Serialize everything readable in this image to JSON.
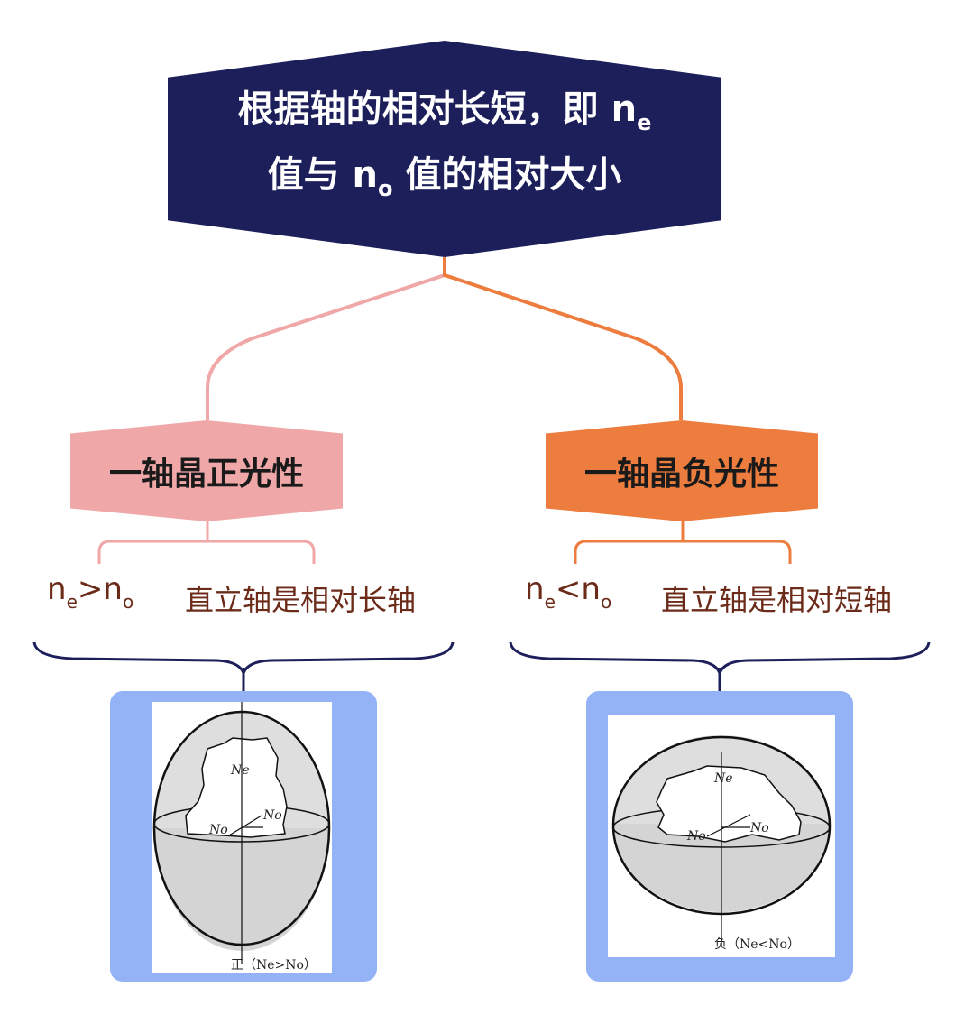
{
  "root": {
    "line1_text": "根据轴的相对长短，即 n",
    "line1_sub": "e",
    "line2_prefix": "值与 n",
    "line2_sub": "o",
    "line2_suffix": " 值的相对大小"
  },
  "branches": [
    {
      "label": "一轴晶正光性",
      "relation": {
        "lhs": "n",
        "lhs_sub": "e",
        "op": ">",
        "rhs": "n",
        "rhs_sub": "o"
      },
      "axis_text": "直立轴是相对长轴",
      "figure": {
        "top_label": "Ne",
        "label_a": "No",
        "label_b": "No",
        "caption": "正（Ne>No）"
      }
    },
    {
      "label": "一轴晶负光性",
      "relation": {
        "lhs": "n",
        "lhs_sub": "e",
        "op": "<",
        "rhs": "n",
        "rhs_sub": "o"
      },
      "axis_text": "直立轴是相对短轴",
      "figure": {
        "top_label": "Ne",
        "label_a": "No",
        "label_b": "No",
        "caption": "负（Ne<No）"
      }
    }
  ],
  "colors": {
    "root_bg": "#1d1f5b",
    "positive": "#f0a7a8",
    "negative": "#ed7d3f",
    "text_brown": "#6b2b18",
    "panel": "#94b3f7",
    "brace": "#1d1f5b"
  }
}
